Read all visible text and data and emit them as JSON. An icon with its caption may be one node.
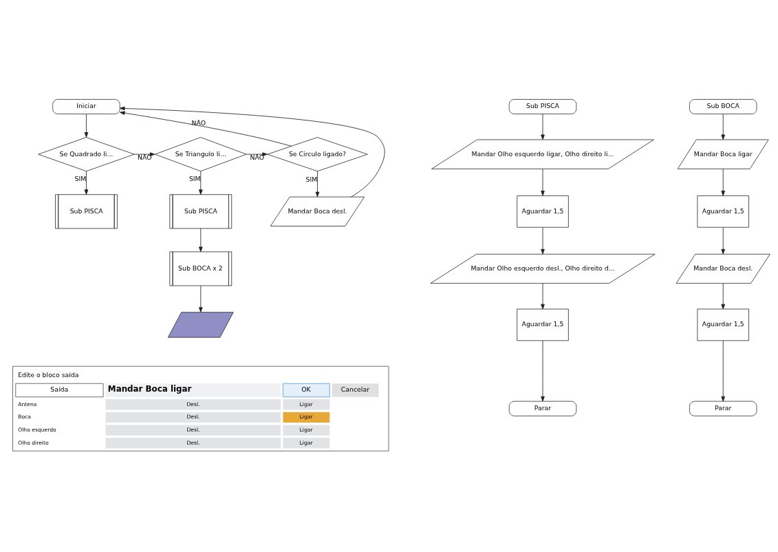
{
  "diagram": {
    "nodes": [
      {
        "text": [
          "Iniciar"
        ]
      },
      {
        "text": [
          "Se Quadrado li..."
        ]
      },
      {
        "text": [
          "Se Triangulo li..."
        ]
      },
      {
        "text": [
          "Se Circulo ligado?"
        ]
      },
      {
        "text": [
          "Sub PISCA"
        ]
      },
      {
        "text": [
          "Sub PISCA"
        ]
      },
      {
        "text": [
          "Sub BOCA x 2"
        ]
      },
      {
        "text": [
          "Mandar Boca desl."
        ]
      },
      {
        "text": [],
        "shape": "parallelogram"
      },
      {
        "text": [
          "Sub PISCA"
        ]
      },
      {
        "text": [
          "Mandar Olho esquerdo ligar, Olho direito li..."
        ]
      },
      {
        "text": [
          "Aguardar 1,5"
        ]
      },
      {
        "text": [
          "Mandar Olho esquerdo desl., Olho direito d..."
        ]
      },
      {
        "text": [
          "Aguardar 1,5"
        ]
      },
      {
        "text": [
          "Parar"
        ]
      },
      {
        "text": [
          "Sub BOCA"
        ]
      },
      {
        "text": [
          "Mandar Boca ligar"
        ]
      },
      {
        "text": [
          "Aguardar 1,5"
        ]
      },
      {
        "text": [
          "Mandar Boca desl."
        ]
      },
      {
        "text": [
          "Aguardar 1,5"
        ]
      },
      {
        "text": [
          "Parar"
        ]
      }
    ],
    "edges": [
      {
        "from": 0,
        "to": 1,
        "arrow": "to"
      },
      {
        "from": 1,
        "to": 2,
        "arrow": "to",
        "label": "NÃO"
      },
      {
        "from": 1,
        "to": 4,
        "arrow": "to",
        "label": "SIM"
      },
      {
        "from": 2,
        "to": 3,
        "arrow": "to",
        "label": "NÃO"
      },
      {
        "from": 2,
        "to": 5,
        "arrow": "to",
        "label": "SIM"
      },
      {
        "from": 5,
        "to": 6,
        "arrow": "to"
      },
      {
        "from": 6,
        "to": 8,
        "arrow": "to"
      },
      {
        "from": 3,
        "to": 7,
        "arrow": "to",
        "label": "SIM"
      },
      {
        "from": 3,
        "to": 0,
        "arrow": "to",
        "label": "NÃO"
      },
      {
        "from": 7,
        "to": 0,
        "arrow": "to"
      },
      {
        "from": 9,
        "to": 10,
        "arrow": "to"
      },
      {
        "from": 10,
        "to": 11,
        "arrow": "to"
      },
      {
        "from": 11,
        "to": 12,
        "arrow": "to"
      },
      {
        "from": 12,
        "to": 13,
        "arrow": "to"
      },
      {
        "from": 13,
        "to": 14,
        "arrow": "to"
      },
      {
        "from": 15,
        "to": 16,
        "arrow": "to"
      },
      {
        "from": 16,
        "to": 17,
        "arrow": "to"
      },
      {
        "from": 17,
        "to": 18,
        "arrow": "to"
      },
      {
        "from": 18,
        "to": 19,
        "arrow": "to"
      },
      {
        "from": 19,
        "to": 20,
        "arrow": "to"
      }
    ],
    "labels": [
      "Edite o bloco saída",
      "Saída",
      "Mandar Boca ligar",
      "OK",
      "Cancelar",
      "Antena",
      "Desl.",
      "Ligar",
      "Boca",
      "Desl.",
      "Ligar",
      "Olho esquerdo",
      "Desl.",
      "Ligar",
      "Olho direito",
      "Desl.",
      "Ligar"
    ]
  }
}
